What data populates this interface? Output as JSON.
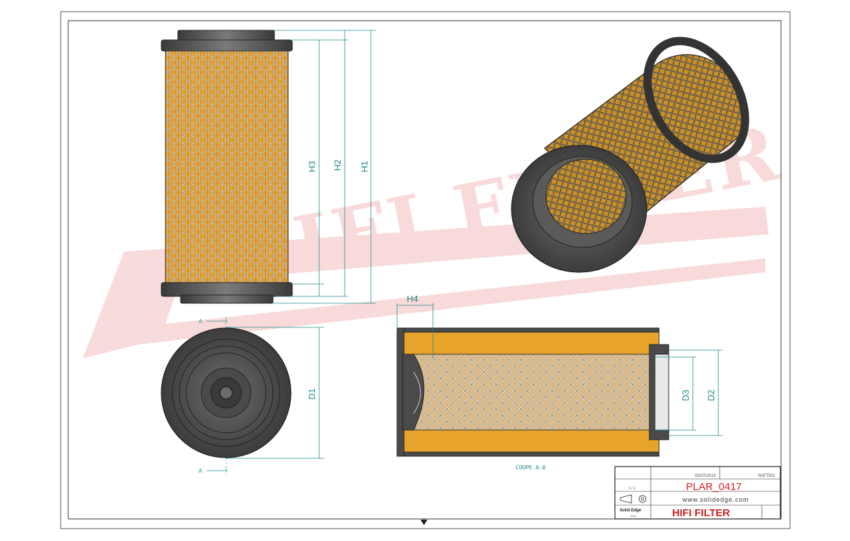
{
  "drawing": {
    "dimensions": {
      "h1": "H1",
      "h2": "H2",
      "h3": "H3",
      "h4": "H4",
      "d1": "D1",
      "d2": "D2",
      "d3": "D3"
    },
    "section": {
      "label": "COUPE A-A",
      "marker": "A"
    },
    "watermark": "HIFI FILTER",
    "colors": {
      "media": "#e8a42a",
      "pleat_dark": "#b07a1a",
      "steel": "#505050",
      "dimension": "#1d8a8a",
      "brand_red": "#d62020"
    }
  },
  "title_block": {
    "date": "02/07/2010",
    "author": "RATTEO",
    "part_number": "PLAR_0417",
    "sheet": "1 / 1",
    "website": "www.solidedge.com",
    "software": "Solid Edge",
    "software_sub": "ems",
    "brand": "HIFI FILTER"
  }
}
